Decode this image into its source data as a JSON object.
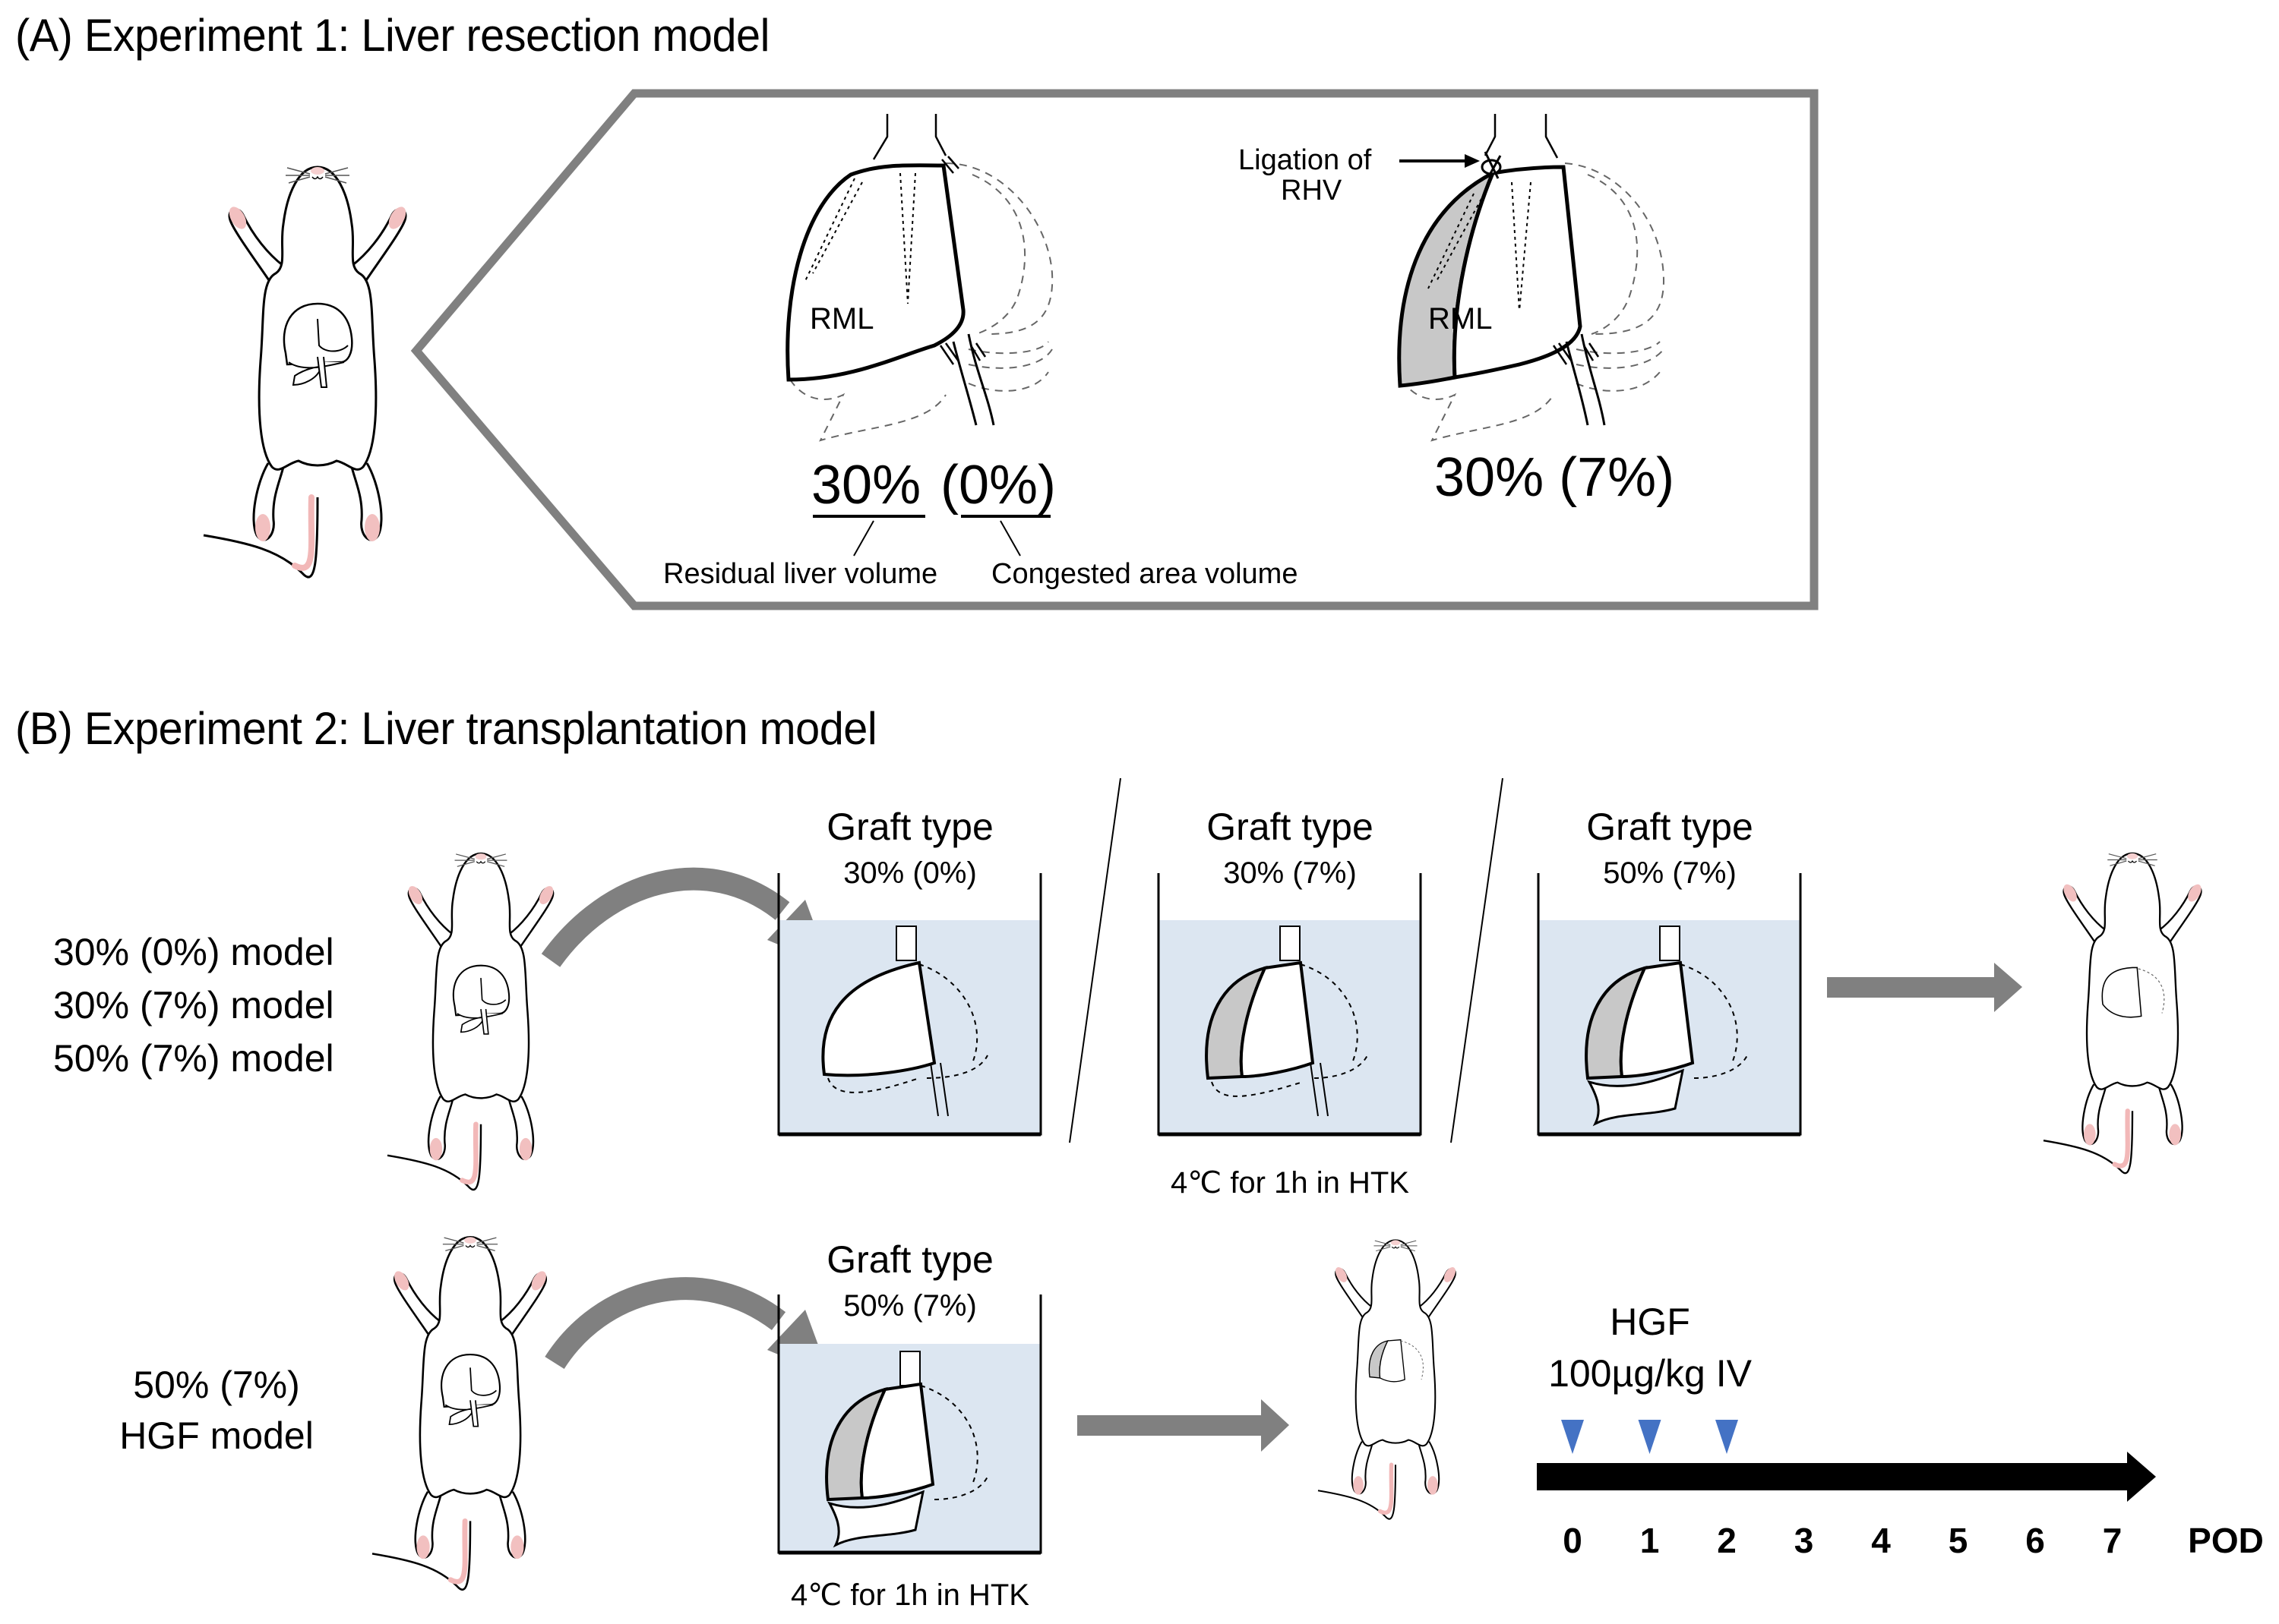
{
  "panel_a": {
    "title": "(A) Experiment 1: Liver resection model",
    "liver_left": {
      "lobe_label": "RML",
      "residual_value": "30%",
      "congested_value": "(0%)",
      "residual_caption": "Residual liver volume",
      "congested_caption": "Congested area volume"
    },
    "liver_right": {
      "lobe_label": "RML",
      "ligation_line1": "Ligation of",
      "ligation_line2": "RHV",
      "value": "30% (7%)"
    }
  },
  "panel_b": {
    "title": "(B) Experiment 2: Liver transplantation model",
    "row1": {
      "models": [
        "30% (0%) model",
        "30% (7%) model",
        "50% (7%) model"
      ],
      "grafts": [
        {
          "heading": "Graft type",
          "value": "30% (0%)"
        },
        {
          "heading": "Graft type",
          "value": "30% (7%)"
        },
        {
          "heading": "Graft type",
          "value": "50% (7%)"
        }
      ],
      "storage_note": "4℃ for 1h in HTK"
    },
    "row2": {
      "model_line1": "50% (7%)",
      "model_line2": "HGF model",
      "graft": {
        "heading": "Graft type",
        "value": "50% (7%)"
      },
      "storage_note": "4℃ for 1h in HTK",
      "treatment_line1": "HGF",
      "treatment_line2": "100µg/kg IV",
      "dose_days": [
        0,
        1,
        2
      ],
      "timeline_ticks": [
        "0",
        "1",
        "2",
        "3",
        "4",
        "5",
        "6",
        "7"
      ],
      "timeline_unit": "POD"
    }
  },
  "colors": {
    "chevron_border": "#808080",
    "arrow_gray": "#808080",
    "tank_water": "#dce6f1",
    "congested_gray": "#c8c8c8",
    "mouse_pink": "#f2b8b8",
    "dose_marker": "#4472c4",
    "timeline": "#000000"
  }
}
